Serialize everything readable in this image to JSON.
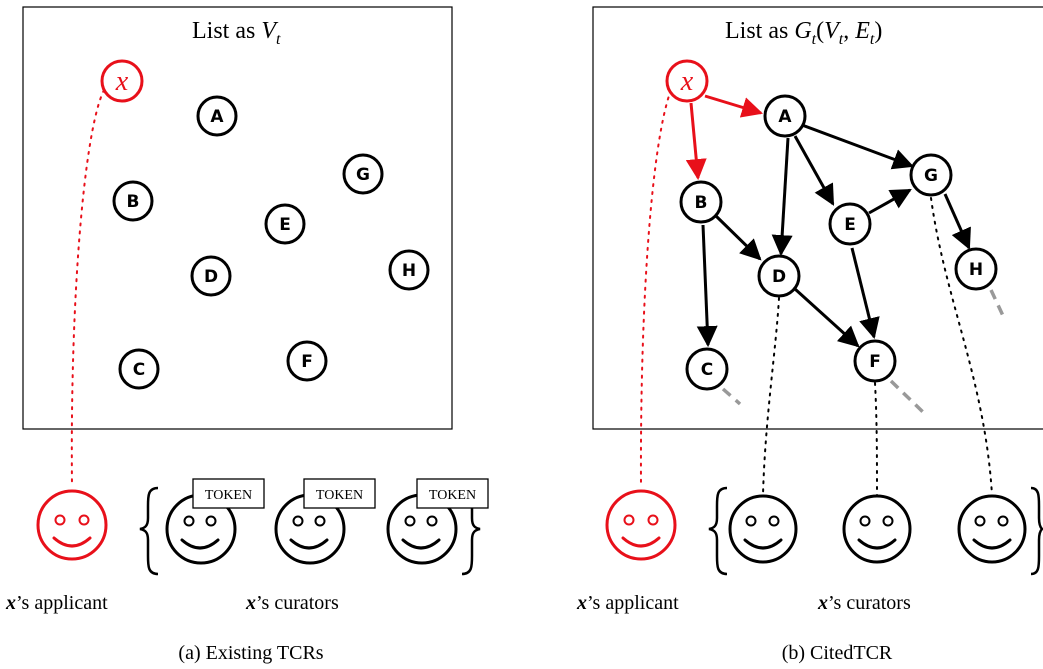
{
  "panel_a": {
    "title_prefix": "List as ",
    "title_math": "V",
    "title_sub": "t",
    "var_x": "x",
    "nodes": [
      "A",
      "B",
      "C",
      "D",
      "E",
      "F",
      "G",
      "H"
    ],
    "token_labels": [
      "TOKEN",
      "TOKEN",
      "TOKEN"
    ],
    "applicant_var": "x",
    "applicant_suffix": "’s applicant",
    "curators_var": "x",
    "curators_suffix": "’s curators",
    "caption": "(a) Existing TCRs"
  },
  "panel_b": {
    "title_prefix": "List as ",
    "title_math": "G",
    "title_sub": "t",
    "title_args_open": "(",
    "title_arg1": "V",
    "title_arg1_sub": "t",
    "title_comma": ", ",
    "title_arg2": "E",
    "title_arg2_sub": "t",
    "title_args_close": ")",
    "var_x": "x",
    "nodes": [
      "A",
      "B",
      "C",
      "D",
      "E",
      "F",
      "G",
      "H"
    ],
    "applicant_var": "x",
    "applicant_suffix": "’s applicant",
    "curators_var": "x",
    "curators_suffix": "’s curators",
    "caption": "(b) CitedTCR"
  },
  "colors": {
    "highlight": "#e8101a",
    "stroke": "#000000",
    "dashed_gray": "#999999"
  }
}
